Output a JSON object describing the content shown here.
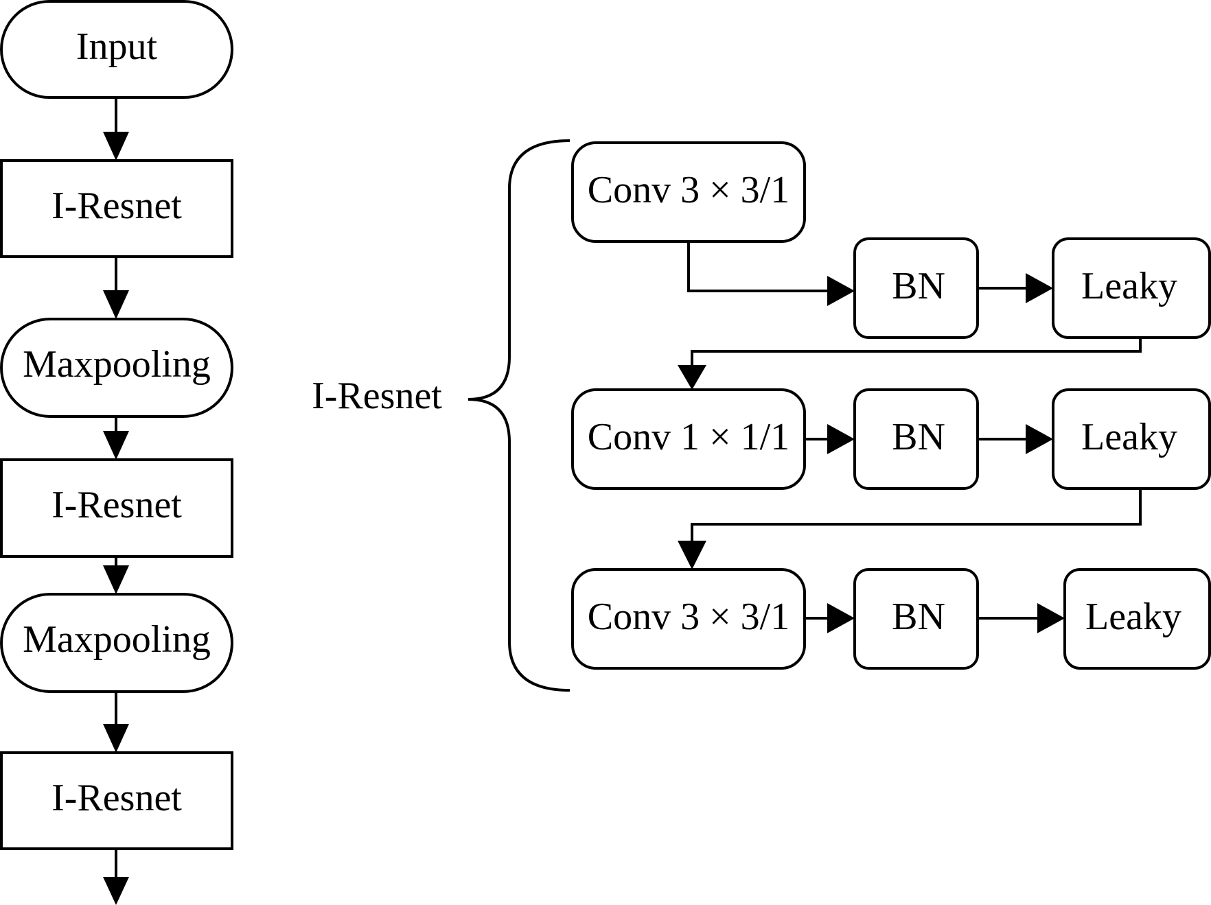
{
  "flowchart": {
    "input": "Input",
    "block1": "I-Resnet",
    "pool1": "Maxpooling",
    "block2": "I-Resnet",
    "pool2": "Maxpooling",
    "block3": "I-Resnet"
  },
  "detail": {
    "brace_label": "I-Resnet",
    "row1": {
      "conv": "Conv 3 × 3/1",
      "bn": "BN",
      "act": "Leaky"
    },
    "row2": {
      "conv": "Conv 1 × 1/1",
      "bn": "BN",
      "act": "Leaky"
    },
    "row3": {
      "conv": "Conv 3 × 3/1",
      "bn": "BN",
      "act": "Leaky"
    }
  }
}
